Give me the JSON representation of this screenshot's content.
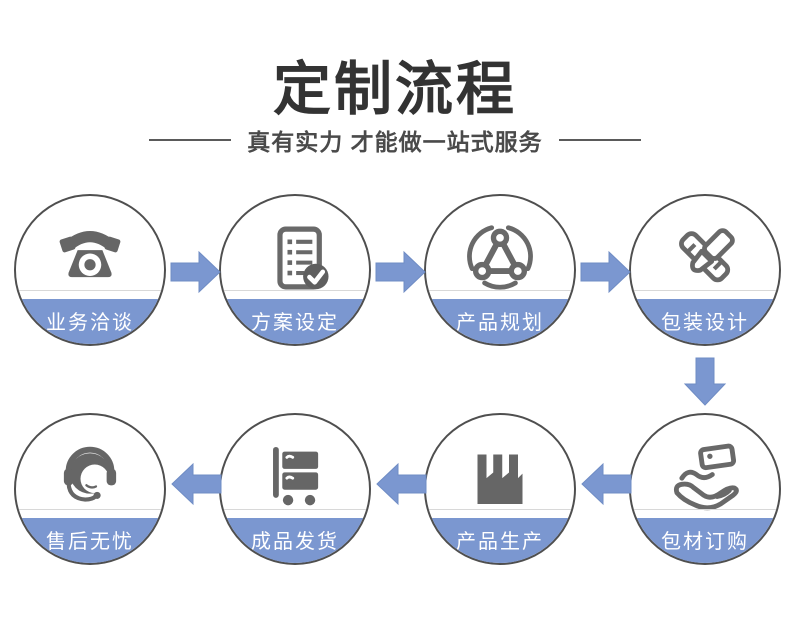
{
  "header": {
    "title": "定制流程",
    "subtitle": "真有实力 才能做一站式服务"
  },
  "steps": [
    {
      "label": "业务洽谈",
      "icon": "telephone-icon"
    },
    {
      "label": "方案设定",
      "icon": "checklist-icon"
    },
    {
      "label": "产品规划",
      "icon": "product-network-icon"
    },
    {
      "label": "包装设计",
      "icon": "design-pen-icon"
    },
    {
      "label": "包材订购",
      "icon": "hand-package-icon"
    },
    {
      "label": "产品生产",
      "icon": "factory-icon"
    },
    {
      "label": "成品发货",
      "icon": "delivery-cart-icon"
    },
    {
      "label": "售后无忧",
      "icon": "customer-service-icon"
    }
  ],
  "flow": {
    "top_row_direction": "left-to-right",
    "bottom_row_direction": "right-to-left"
  },
  "colors": {
    "accent_blue": "#7b97d0",
    "arrow_edge": "#6f8cc4",
    "circle_border": "#4f4f4f",
    "icon_gray": "#666666",
    "title_text": "#333333",
    "subtitle_text": "#4a4a4a",
    "band_text": "#ffffff"
  }
}
